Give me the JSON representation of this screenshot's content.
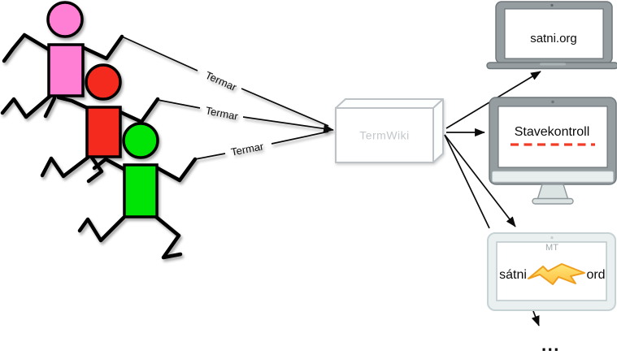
{
  "diagram": {
    "contributors": [
      {
        "id": "contributor-pink",
        "color": "#ff7fd4"
      },
      {
        "id": "contributor-red",
        "color": "#f52a1e"
      },
      {
        "id": "contributor-green",
        "color": "#00e405"
      }
    ],
    "term_labels": [
      "Termar",
      "Termar",
      "Termar"
    ],
    "termwiki": {
      "label": "TermWiki"
    },
    "outputs": {
      "laptop": {
        "label": "satni.org"
      },
      "monitor": {
        "label": "Stavekontroll",
        "underline_color": "#f23c28"
      },
      "tablet": {
        "header": "MT",
        "left_word": "sátni",
        "right_word": "ord",
        "bolt_fill": "#ffd14e"
      },
      "more_label": "..."
    }
  }
}
